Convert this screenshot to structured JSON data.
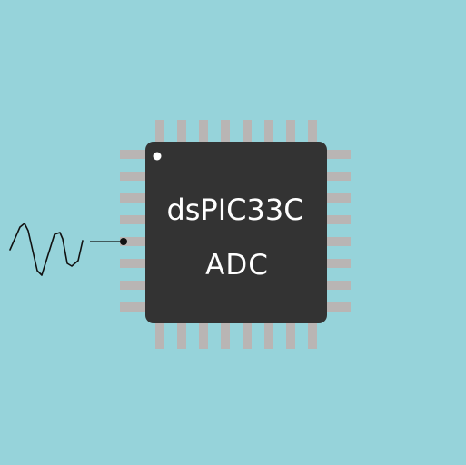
{
  "chip": {
    "name": "dsPIC33C",
    "function": "ADC",
    "pins_per_side": 8
  },
  "colors": {
    "background": "#96d3da",
    "chip_body": "#333333",
    "pins": "#b9b5b4",
    "text": "#ffffff",
    "signal": "#111111"
  },
  "icons": {
    "signal": "analog-waveform-icon",
    "pin1_marker": "pin1-indicator-dot"
  }
}
